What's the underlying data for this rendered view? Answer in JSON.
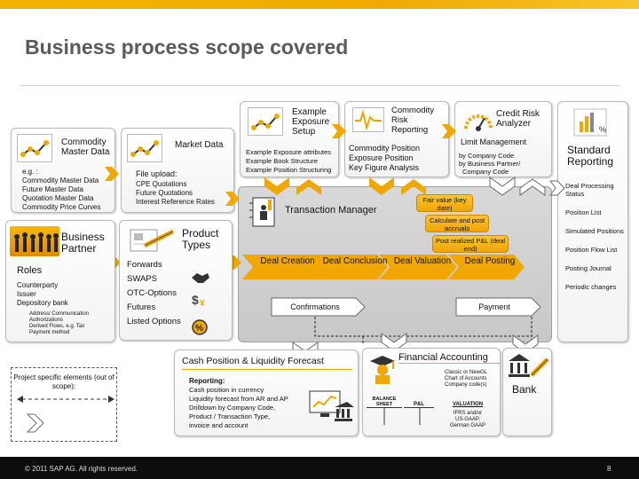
{
  "title": "Business process scope covered",
  "commodity_master_data": {
    "label": "Commodity Master Data",
    "items": [
      "e.g. :",
      "Commodity Master Data",
      "Future Master Data",
      "Quotation Master Data",
      "Commodity Price Curves"
    ]
  },
  "market_data": {
    "label": "Market Data",
    "upload_label": "File upload:",
    "items": [
      "CPE Quotations",
      "Future Quotations",
      "Interest Reference Rates"
    ]
  },
  "exposure_setup": {
    "label": "Example Exposure Setup",
    "items": [
      "Example Exposure attributes",
      "Example Book Structure",
      "Example Position Structuring"
    ]
  },
  "commodity_risk": {
    "label": "Commodity Risk Reporting",
    "items": [
      "Commodity Position",
      "Exposure Position",
      "Key Figure Analysis"
    ]
  },
  "credit_risk": {
    "label": "Credit Risk Analyzer",
    "heading": "Limit Management",
    "items": [
      "by Company Code",
      "by Business Partner/",
      "Company Code"
    ]
  },
  "standard_reporting": {
    "label": "Standard Reporting",
    "items": [
      "Deal Processing Status",
      "Position List",
      "Simulated Positions",
      "Position Flow List",
      "Posting Journal",
      "Periodic changes"
    ]
  },
  "transaction_manager": {
    "label": "Transaction Manager",
    "pills": [
      "Fair value (key date)",
      "Calculate and post accruals",
      "Post realized P&L (deal end)"
    ],
    "steps": [
      "Deal Creation",
      "Deal Conclusion",
      "Deal Valuation",
      "Deal Posting"
    ],
    "confirmations": "Confirmations",
    "payment": "Payment"
  },
  "business_partner": {
    "label": "Business Partner",
    "roles_heading": "Roles",
    "roles": [
      "Counterparty",
      "Issuer",
      "Depository bank"
    ],
    "notes": [
      "Address/ Communication",
      "Authorizations",
      "Derived Flows, e.g. Tax",
      "Payment method"
    ]
  },
  "product_types": {
    "label": "Product Types",
    "items": [
      "Forwards",
      "SWAPS",
      "OTC-Options",
      "Futures",
      "Listed Options"
    ]
  },
  "cash_position": {
    "label": "Cash Position & Liquidity Forecast",
    "heading": "Reporting:",
    "items": [
      "Cash position in currency",
      "Liquidity forecast from AR and AP",
      "Drilldown by Company Code,",
      "Product / Transaction Type,",
      "invoice and account"
    ]
  },
  "financial_accounting": {
    "label": "Financial Accounting",
    "notes": [
      "Classic or NewGL",
      "Chart of Accounts",
      "Company code(s)"
    ],
    "balance_sheet": "BALANCE SHEET",
    "pl": "P&L",
    "valuation": "VALUATION",
    "valuation_items": [
      "IFRS and/or",
      "US-GAAP,",
      "German GAAP"
    ]
  },
  "bank": {
    "label": "Bank"
  },
  "legend": {
    "text": "Project specific elements (out of scope):"
  },
  "footer": {
    "copyright": "© 2011 SAP AG. All rights reserved.",
    "page": "8"
  },
  "colors": {
    "accent": "#f0a800",
    "title": "#5b5b5b",
    "footer_bg": "#0d0d0d"
  }
}
